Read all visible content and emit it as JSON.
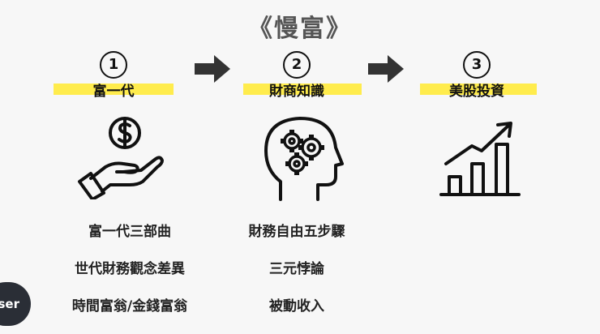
{
  "title": "《慢富》",
  "steps": [
    {
      "num": "1",
      "label": "富一代"
    },
    {
      "num": "2",
      "label": "財商知識"
    },
    {
      "num": "3",
      "label": "美股投資"
    }
  ],
  "lists": {
    "col1": [
      "富一代三部曲",
      "世代財務觀念差異",
      "時間富翁/金錢富翁"
    ],
    "col2": [
      "財務自由五步驟",
      "三元悖論",
      "被動收入"
    ]
  },
  "user_pill": "ser",
  "colors": {
    "highlight": "#ffec4d",
    "text": "#111111",
    "title": "#555555",
    "arrow": "#333333"
  },
  "icons": {
    "step1": "dollar-hand-icon",
    "step2": "brain-gears-icon",
    "step3": "growth-chart-icon"
  }
}
